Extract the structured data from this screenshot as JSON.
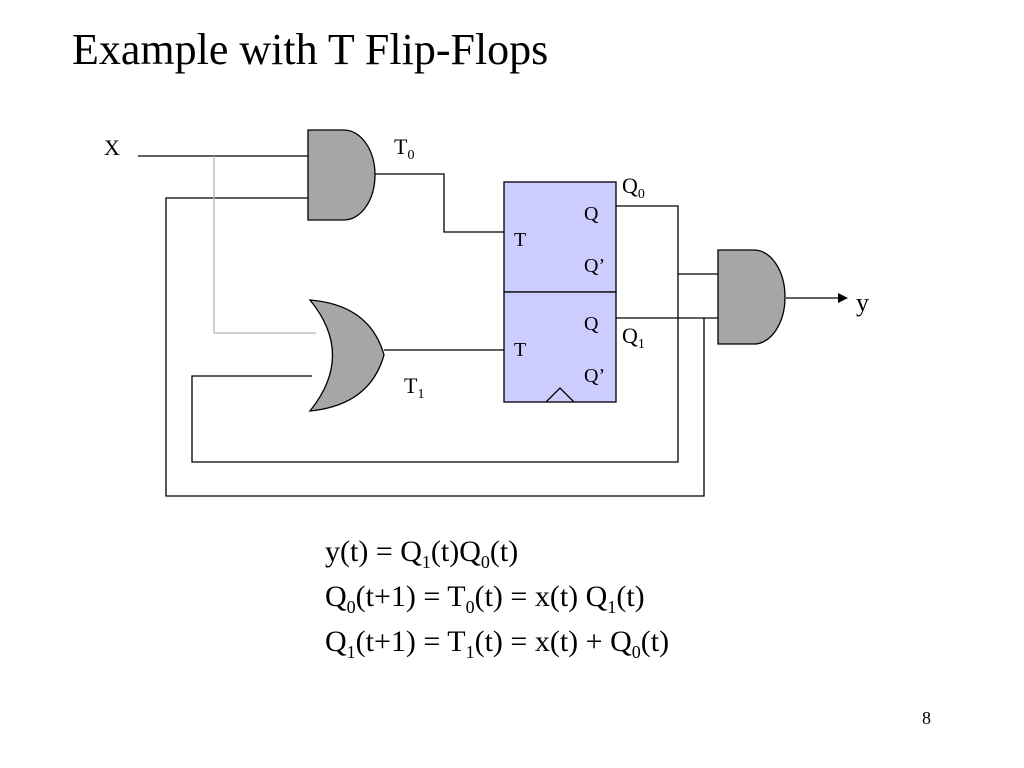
{
  "slide": {
    "title": "Example with T Flip-Flops",
    "page_number": "8"
  },
  "circuit": {
    "input_label": "X",
    "output_label": "y",
    "t0": {
      "main": "T",
      "sub": "0"
    },
    "t1": {
      "main": "T",
      "sub": "1"
    },
    "q0": {
      "main": "Q",
      "sub": "0"
    },
    "q1": {
      "main": "Q",
      "sub": "1"
    },
    "ff_top": {
      "t": "T",
      "q": "Q",
      "qbar": "Q’"
    },
    "ff_bottom": {
      "t": "T",
      "q": "Q",
      "qbar": "Q’"
    },
    "colors": {
      "gate_fill": "#a6a6a6",
      "flipflop_fill": "#ccccff",
      "x_branch_wire": "#b3b3b3",
      "wire": "#000000"
    }
  },
  "equations": {
    "line1": {
      "a": "y(t)  =  Q",
      "b": "1",
      "c": "(t)Q",
      "d": "0",
      "e": "(t)"
    },
    "line2": {
      "a": "Q",
      "b": "0",
      "c": "(t+1) =  T",
      "d": "0",
      "e": "(t) = x(t) Q",
      "f": "1",
      "g": "(t)"
    },
    "line3": {
      "a": "Q",
      "b": "1",
      "c": "(t+1) =  T",
      "d": "1",
      "e": "(t) = x(t) + Q",
      "f": "0",
      "g": "(t)"
    }
  }
}
